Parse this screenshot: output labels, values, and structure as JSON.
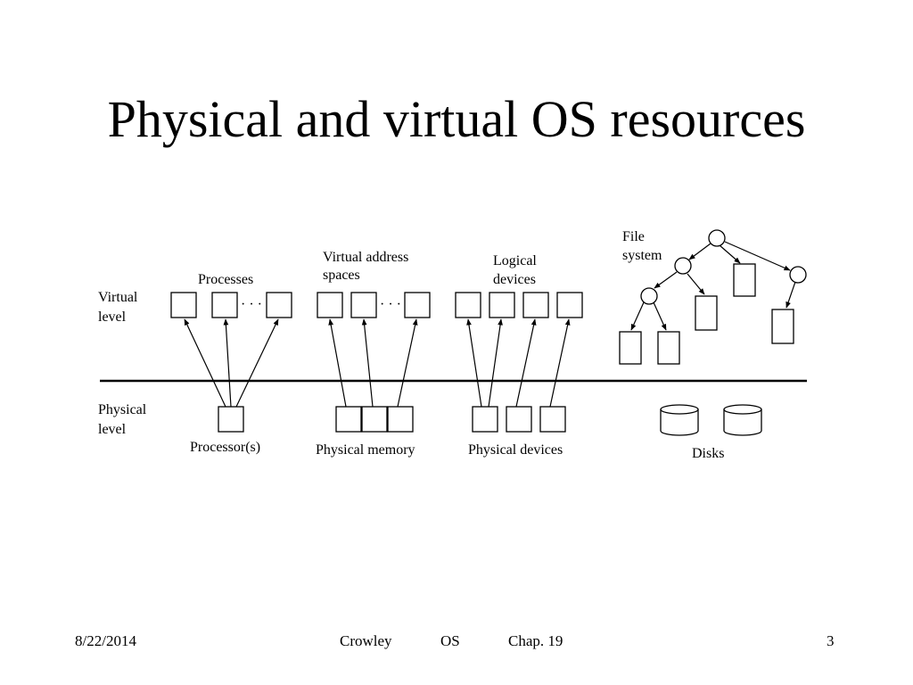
{
  "slide": {
    "title": "Physical and virtual OS resources"
  },
  "diagram": {
    "levels": {
      "virtual": [
        "Virtual",
        "level"
      ],
      "physical": [
        "Physical",
        "level"
      ]
    },
    "groups": {
      "processes": {
        "label": [
          "Processes"
        ],
        "ellipsis": "· · ·"
      },
      "virtual_address_spaces": {
        "label": [
          "Virtual address",
          "spaces"
        ],
        "ellipsis": "· · ·"
      },
      "logical_devices": {
        "label": [
          "Logical",
          "devices"
        ]
      },
      "file_system": {
        "label": [
          "File",
          "system"
        ]
      }
    },
    "physical": {
      "processors": "Processor(s)",
      "memory": "Physical memory",
      "devices": "Physical devices",
      "disks": "Disks"
    }
  },
  "footer": {
    "date": "8/22/2014",
    "author": "Crowley",
    "course": "OS",
    "chapter": "Chap. 19",
    "page": "3"
  }
}
